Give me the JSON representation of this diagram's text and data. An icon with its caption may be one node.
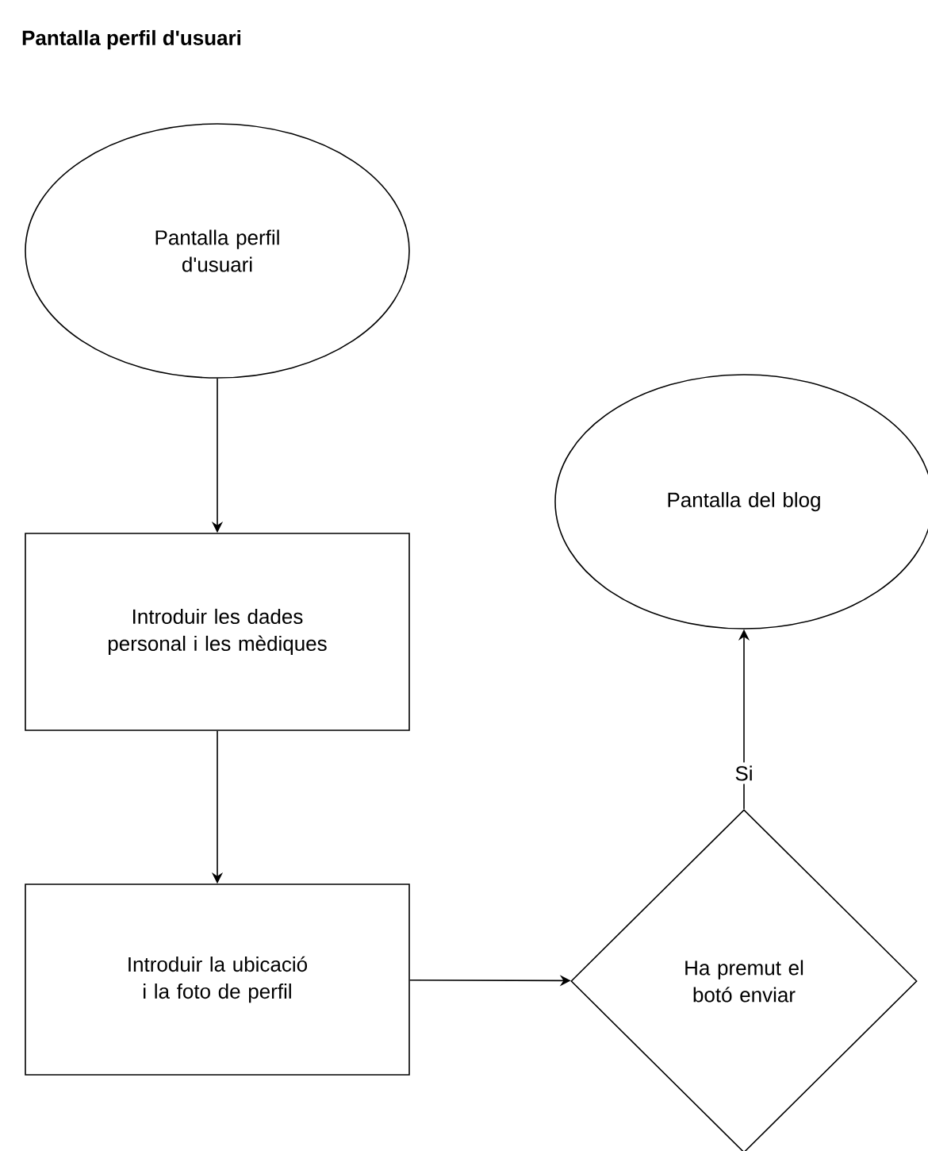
{
  "diagram": {
    "title": "Pantalla perfil d'usuari",
    "nodes": [
      {
        "text": [
          "Pantalla perfil d'usuari"
        ]
      },
      {
        "text": [
          "Introduir les dades personal i les mèdiques"
        ]
      },
      {
        "text": [
          "Introduir la ubicació i la foto de perfil"
        ]
      },
      {
        "text": [
          "Ha premut el botó enviar"
        ]
      },
      {
        "text": [
          "Pantalla del blog"
        ]
      }
    ],
    "edges": [
      {
        "from": 0,
        "to": 1,
        "arrow": "to"
      },
      {
        "from": 1,
        "to": 2,
        "arrow": "to"
      },
      {
        "from": 2,
        "to": 3,
        "arrow": "to"
      },
      {
        "from": 3,
        "to": 4,
        "arrow": "to",
        "label": "Si"
      }
    ]
  }
}
